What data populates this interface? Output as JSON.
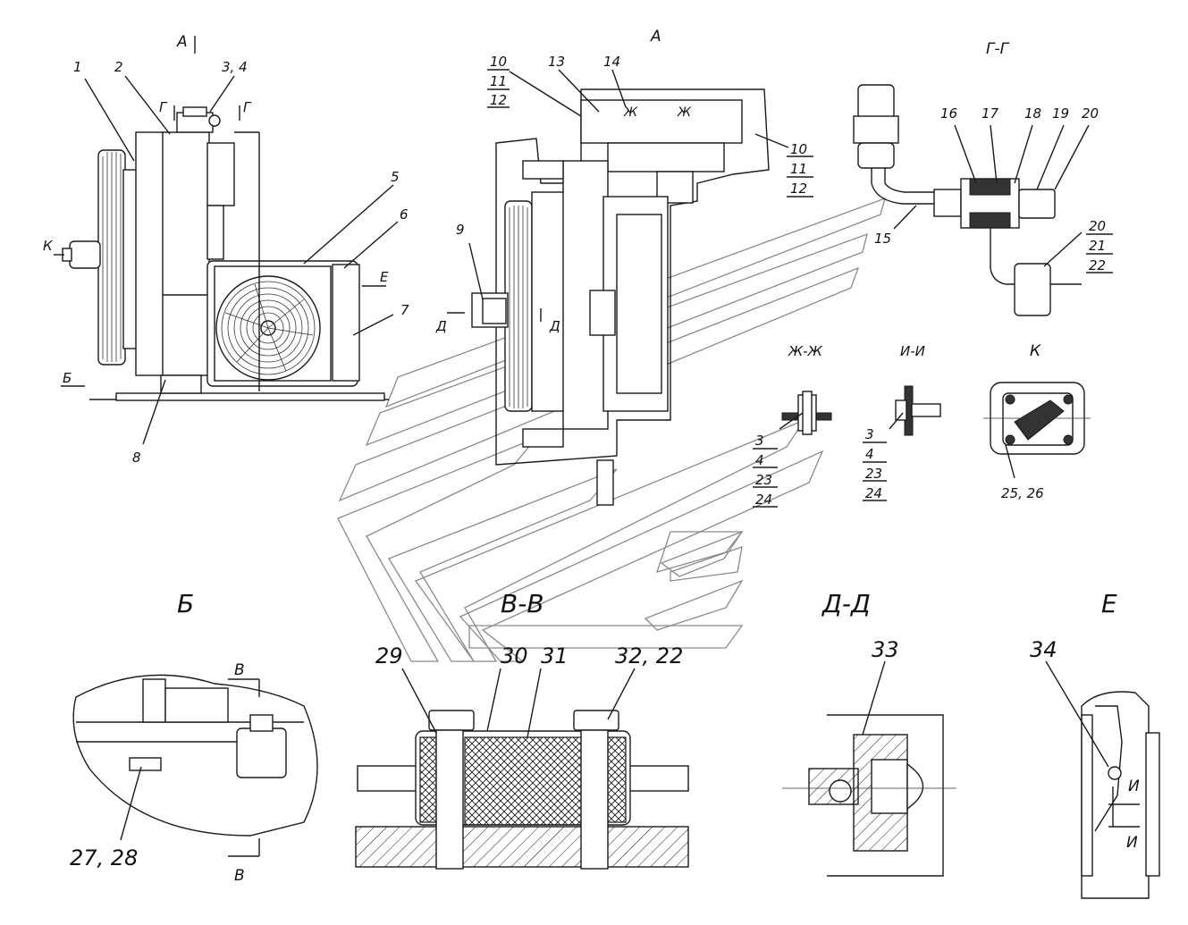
{
  "views": {
    "main_arrow_a": "А",
    "top_view": "А",
    "section_gg": "Г-Г",
    "section_zhzh": "Ж-Ж",
    "section_ii": "И-И",
    "view_k": "К",
    "view_b": "Б",
    "section_vv": "В-В",
    "section_dd": "Д-Д",
    "view_e": "Е"
  },
  "cut_marks": {
    "g_left": "Г",
    "g_right": "Г",
    "k": "К",
    "e": "Е",
    "b": "Б",
    "d_left": "Д",
    "d_right": "Д",
    "zh_1": "Ж",
    "zh_2": "Ж",
    "v_top": "В",
    "v_bottom": "В",
    "i_top": "И",
    "i_bottom": "И"
  },
  "callouts": {
    "c1": "1",
    "c2": "2",
    "c34": "3, 4",
    "c5": "5",
    "c6": "6",
    "c7": "7",
    "c8": "8",
    "c9": "9",
    "c13": "13",
    "c14": "14",
    "c15": "15",
    "c16": "16",
    "c17": "17",
    "c18": "18",
    "c19": "19",
    "c20": "20",
    "c2526": "25, 26",
    "c2728": "27, 28",
    "c29": "29",
    "c30": "30",
    "c31": "31",
    "c3222": "32, 22",
    "c33": "33",
    "c34b": "34"
  },
  "stacks": {
    "s_top_left": [
      "10",
      "11",
      "12"
    ],
    "s_top_right": [
      "10",
      "11",
      "12"
    ],
    "s_gg": [
      "20",
      "21",
      "22"
    ],
    "s_zhzh": [
      "3",
      "4",
      "23",
      "24"
    ],
    "s_ii": [
      "3",
      "4",
      "23",
      "24"
    ]
  }
}
